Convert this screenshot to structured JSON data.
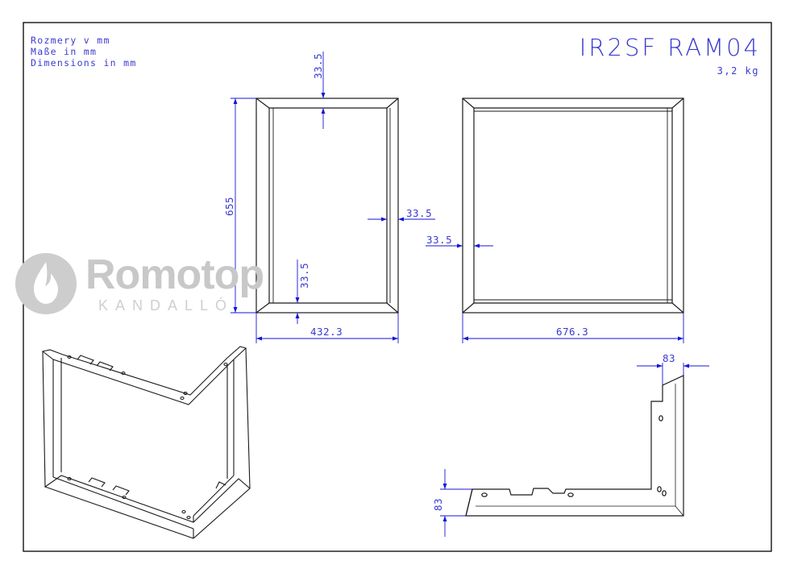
{
  "notes": {
    "line1": "Rozmery v mm",
    "line2": "Maße in mm",
    "line3": "Dimensions in mm"
  },
  "title": "IR2SF RAM04",
  "weight": "3,2 kg",
  "logo": {
    "word": "Romotop",
    "sub": "KANDALLÓ"
  },
  "dimensions": {
    "front_top_frame": "33.5",
    "front_height": "655",
    "front_side_frame": "33.5",
    "front_bottom_frame": "33.5",
    "front_width": "432.3",
    "side_frame": "33.5",
    "side_width": "676.3",
    "profile_top": "83",
    "profile_side": "83"
  },
  "colors": {
    "dimension": "#1515d8",
    "dimension_text": "#3a3ad0",
    "line": "#1a1a1a",
    "border": "#000000",
    "logo": "#c8c8c8"
  }
}
